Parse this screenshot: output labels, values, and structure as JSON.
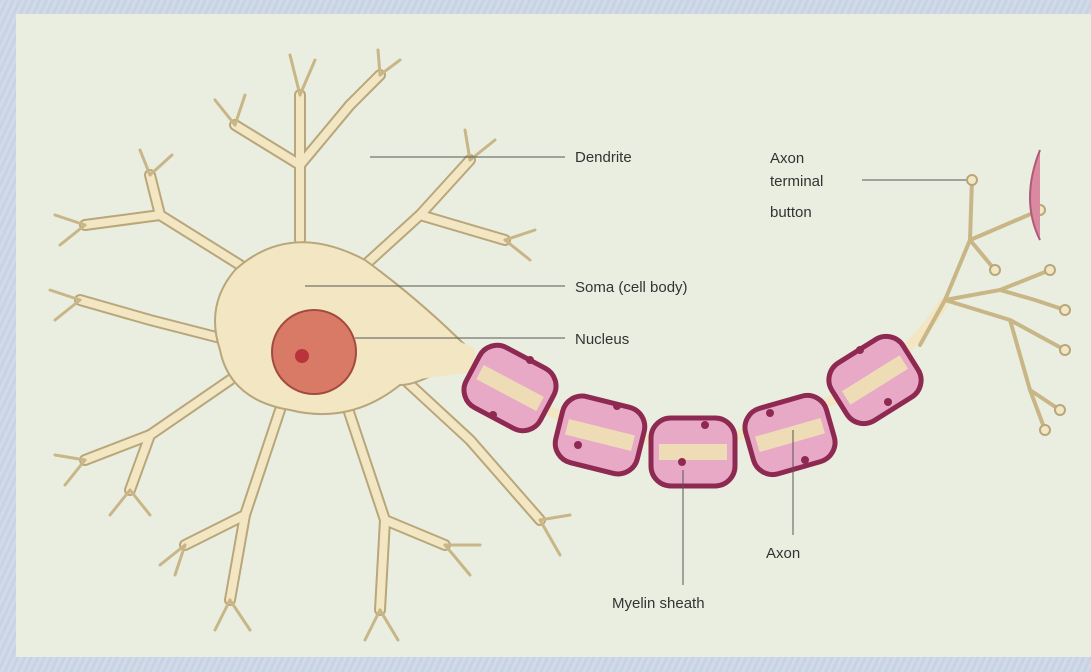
{
  "diagram": {
    "labels": {
      "dendrite": "Dendrite",
      "soma": "Soma (cell body)",
      "nucleus": "Nucleus",
      "axon_terminal_line1": "Axon",
      "axon_terminal_line2": "terminal",
      "axon_terminal_line3": "button",
      "axon": "Axon",
      "myelin": "Myelin sheath"
    },
    "colors": {
      "background": "#eaeee1",
      "cell": "#f2e6c3",
      "cell_outline": "#b9a67a",
      "nucleus": "#d97a66",
      "nucleolus": "#b8343a",
      "myelin": "#e7a9c6",
      "myelin_outline": "#8e2a52"
    }
  }
}
